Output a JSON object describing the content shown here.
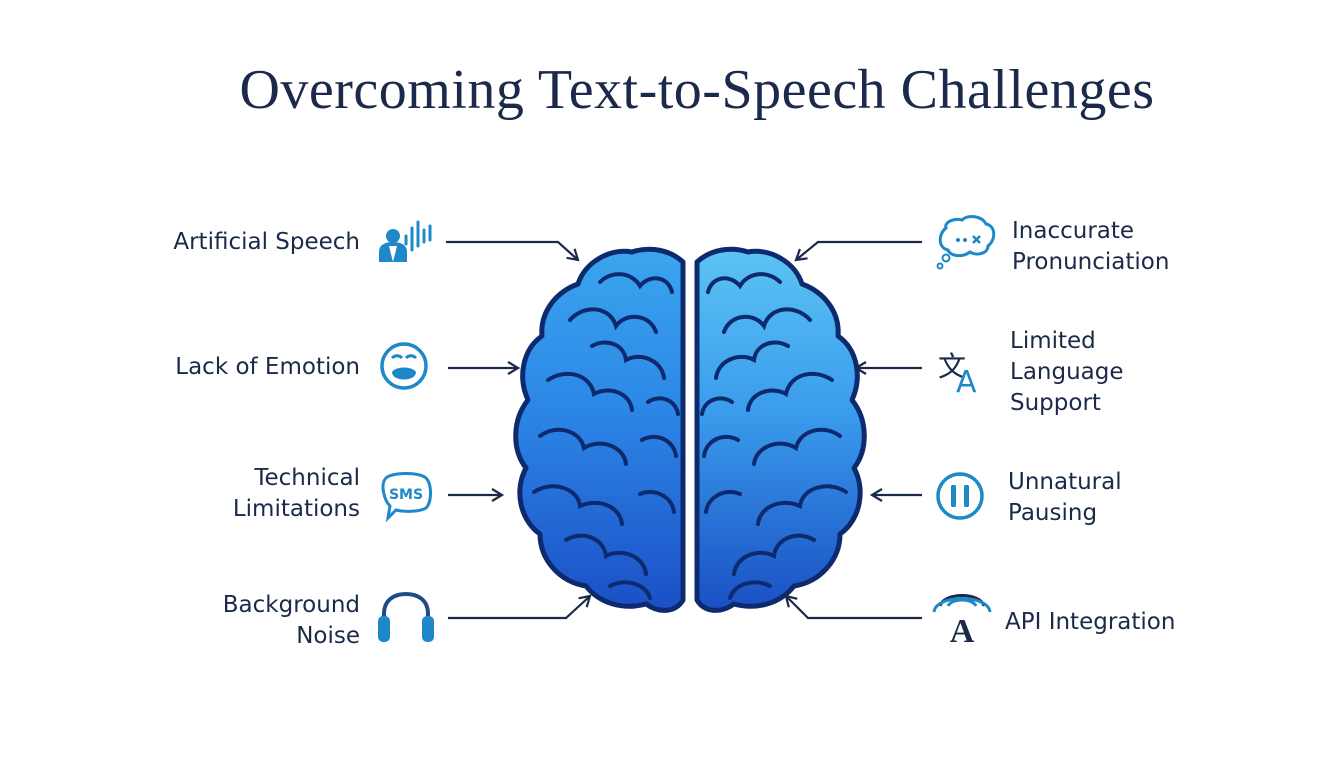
{
  "title": "Overcoming Text-to-Speech Challenges",
  "left_items": [
    {
      "lines": [
        "Artificial Speech"
      ],
      "icon": "speaker-waveform-icon"
    },
    {
      "lines": [
        "Lack of Emotion"
      ],
      "icon": "sad-face-icon"
    },
    {
      "lines": [
        "Technical",
        "Limitations"
      ],
      "icon": "sms-bubble-icon"
    },
    {
      "lines": [
        "Background",
        "Noise"
      ],
      "icon": "headphones-icon"
    }
  ],
  "right_items": [
    {
      "lines": [
        "Inaccurate",
        "Pronunciation"
      ],
      "icon": "thought-bubble-icon"
    },
    {
      "lines": [
        "Limited",
        "Language",
        "Support"
      ],
      "icon": "translate-icon"
    },
    {
      "lines": [
        "Unnatural",
        "Pausing"
      ],
      "icon": "pause-icon"
    },
    {
      "lines": [
        "API Integration"
      ],
      "icon": "broadcast-a-icon"
    }
  ],
  "colors": {
    "title": "#1b2a4a",
    "text": "#1b2a4a",
    "icon_blue": "#1e88c8",
    "arrow": "#1b2a4a",
    "brain_light": "#4fb6f0",
    "brain_mid": "#2a7fe0",
    "brain_dark": "#1a4fc4",
    "brain_outline": "#0d2a6e"
  }
}
